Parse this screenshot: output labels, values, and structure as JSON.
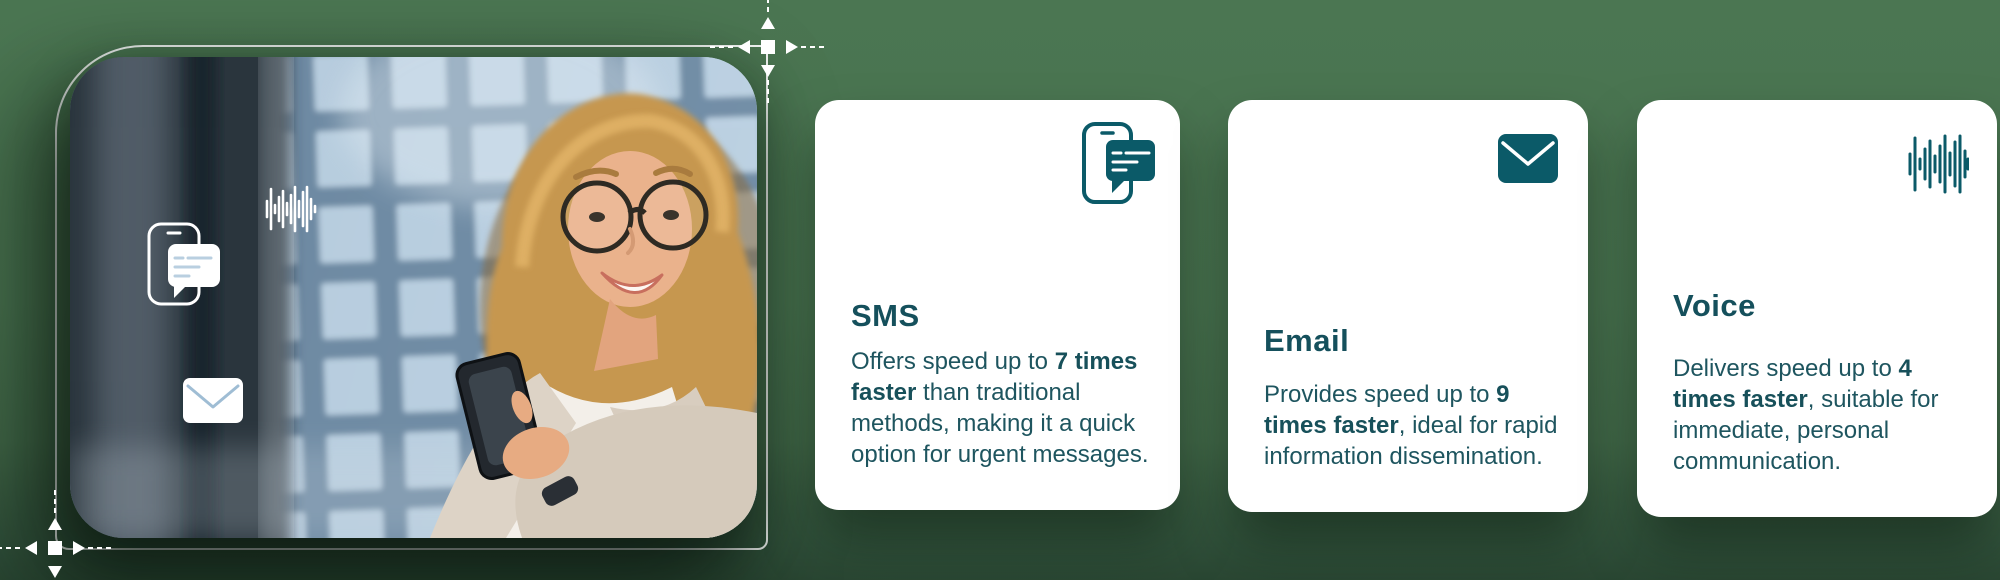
{
  "page": {
    "background_color": "#48724F",
    "card_background": "#FFFFFF",
    "title_color": "#15505C",
    "body_color": "#1E555F",
    "icon_color": "#0B5A68"
  },
  "hero": {
    "overlay_icons": [
      "phone-chat-icon",
      "sound-wave-icon",
      "envelope-icon"
    ],
    "decoration_icons": [
      "registration-crosshair-icon",
      "registration-crosshair-icon"
    ]
  },
  "cards": [
    {
      "icon": "phone-sms-icon",
      "title": "SMS",
      "body": {
        "intro": "Offers speed up to ",
        "highlight": "7 times faster",
        "rest": " than traditional methods, making it a quick option for urgent messages."
      }
    },
    {
      "icon": "envelope-icon",
      "title": "Email",
      "body": {
        "intro": "Provides speed up to ",
        "highlight": "9 times faster",
        "rest": ", ideal for rapid information dissemination."
      }
    },
    {
      "icon": "sound-wave-icon",
      "title": "Voice",
      "body": {
        "intro": "Delivers speed up to ",
        "highlight": "4 times faster",
        "rest": ", suitable for immediate, personal communication."
      }
    }
  ]
}
